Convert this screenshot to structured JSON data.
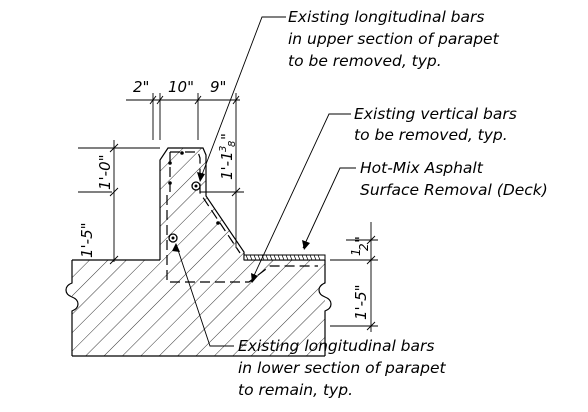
{
  "notes": {
    "upper_bars": [
      "Existing longitudinal bars",
      "in upper section of parapet",
      "to be removed, typ."
    ],
    "vertical_bars": [
      "Existing vertical bars",
      "to be removed, typ."
    ],
    "asphalt": [
      "Hot-Mix Asphalt",
      "Surface Removal (Deck)"
    ],
    "lower_bars": [
      "Existing longitudinal bars",
      "in lower section of parapet",
      "to remain, typ."
    ]
  },
  "dimensions": {
    "top_left": "2\"",
    "top_mid": "10\"",
    "top_right": "9\"",
    "left_upper": "1'-0\"",
    "left_total": "1'-5\"",
    "mid_height": "1'-1",
    "mid_height_frac_num": "3",
    "mid_height_frac_den": "8",
    "mid_height_suffix": "\"",
    "right_upper_num": "1",
    "right_upper_den": "2",
    "right_upper_suffix": "\"",
    "right_lower": "1'-5\""
  }
}
